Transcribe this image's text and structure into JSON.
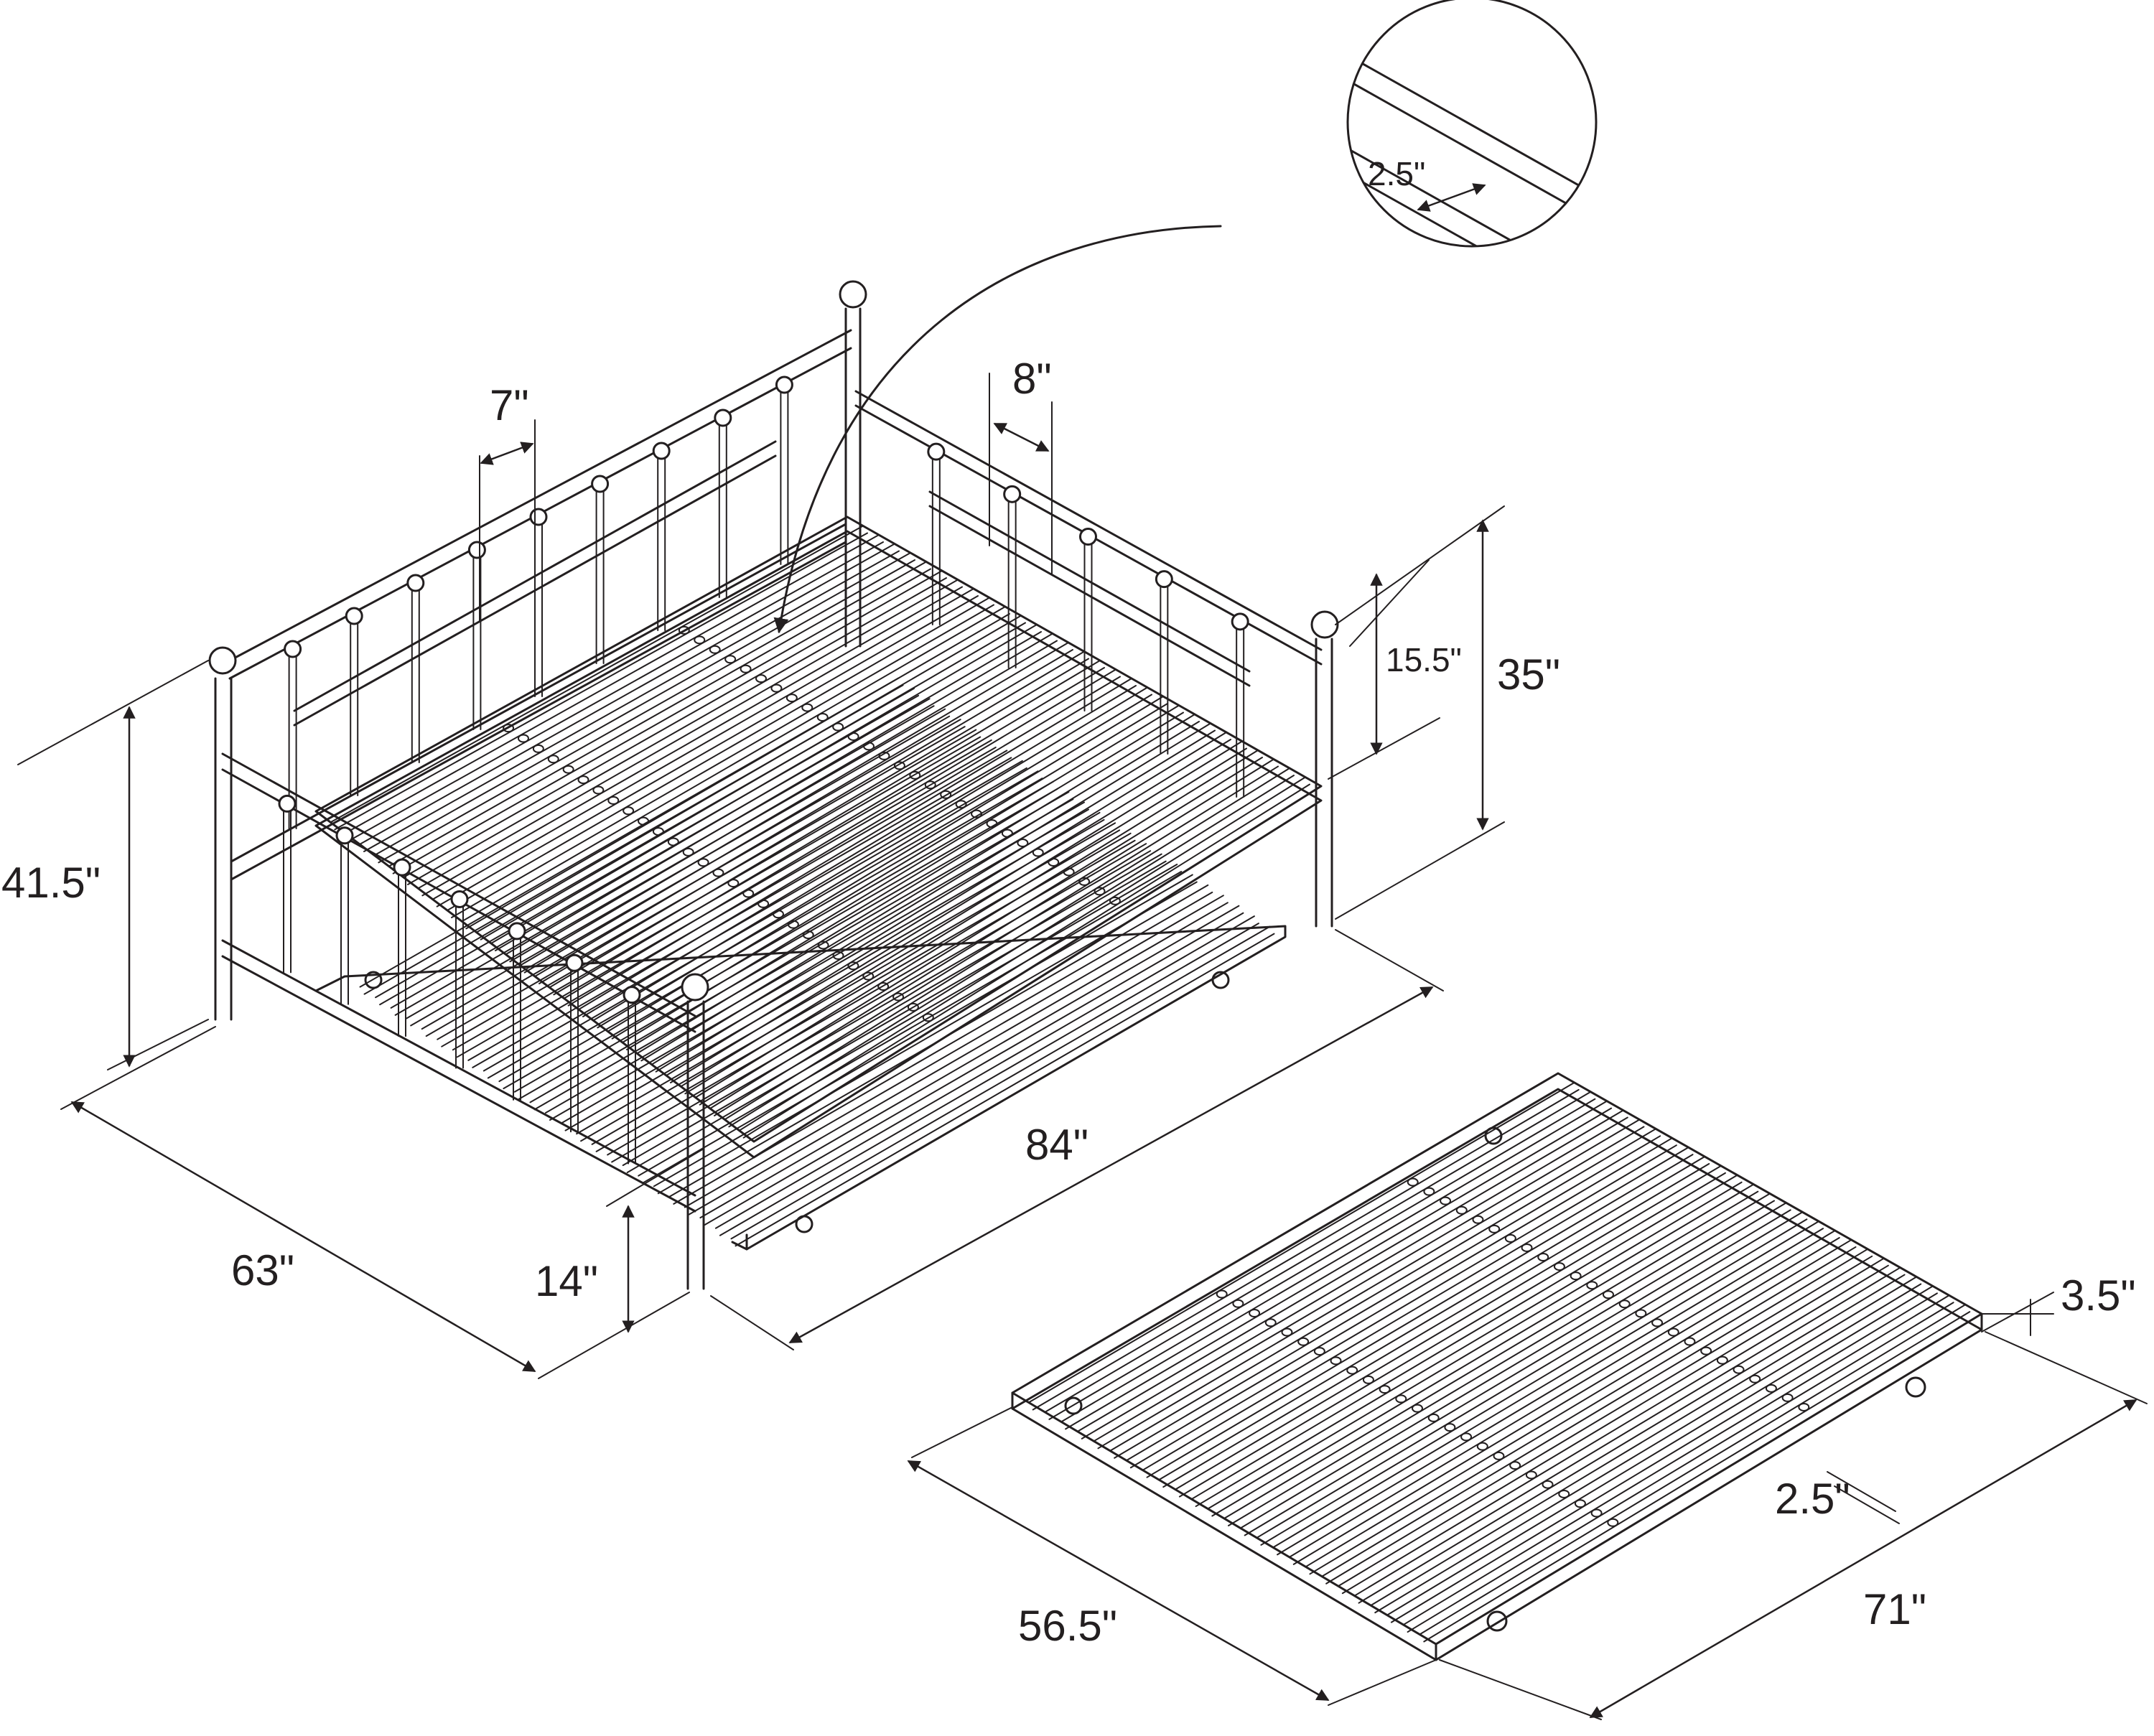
{
  "labels": {
    "detail_slat_spacing": "2.5\"",
    "side_spindle_spacing": "7\"",
    "back_spindle_spacing": "8\"",
    "back_height_above_frame": "15.5\"",
    "back_total_height": "35\"",
    "total_height": "41.5\"",
    "depth": "63\"",
    "floor_clearance": "14\"",
    "length": "84\"",
    "trundle_height": "3.5\"",
    "trundle_slat_spacing": "2.5\"",
    "trundle_width": "56.5\"",
    "trundle_length": "71\""
  },
  "colors": {
    "line": "#231f20",
    "background": "#ffffff"
  }
}
